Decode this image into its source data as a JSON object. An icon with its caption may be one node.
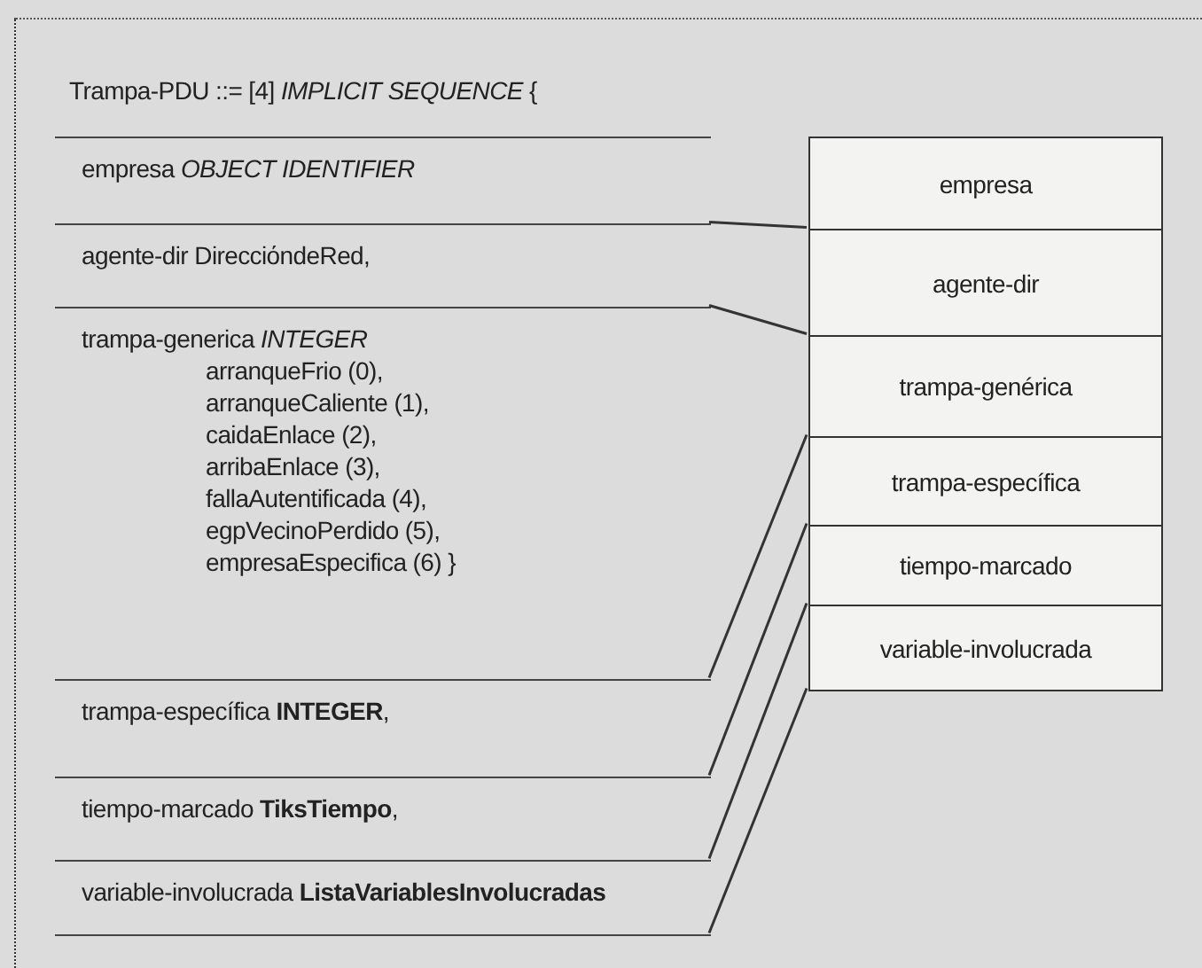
{
  "diagram": {
    "nodes": [
      {
        "text": [
          "empresa *OBJECT IDENTIFIER*"
        ]
      },
      {
        "text": [
          "agente-dir DirecciόndeRed,"
        ]
      },
      {
        "text": [
          "trampa-generica *INTEGER*",
          "arranqueFrio (0),",
          "arranqueCaliente (1),",
          "caidaEnlace (2),",
          "arribaEnlace (3),",
          "fallaAutentificada (4),",
          "egpVecinoPerdido (5),",
          "empresaEspecifica (6) }"
        ]
      },
      {
        "text": [
          "trampa-específica **INTEGER**,"
        ]
      },
      {
        "text": [
          "tiempo-marcado **TiksTiempo**,"
        ]
      },
      {
        "text": [
          "variable-involucrada **ListaVariablesInvolucradas**"
        ]
      },
      {
        "text": [
          "empresa"
        ]
      },
      {
        "text": [
          "agente-dir"
        ]
      },
      {
        "text": [
          "trampa-genérica"
        ]
      },
      {
        "text": [
          "trampa-específica"
        ]
      },
      {
        "text": [
          "tiempo-marcado"
        ]
      },
      {
        "text": [
          "variable-involucrada"
        ]
      }
    ],
    "edges": [
      {
        "from": 0,
        "to": 6,
        "arrow": "none"
      },
      {
        "from": 1,
        "to": 7,
        "arrow": "none"
      },
      {
        "from": 2,
        "to": 8,
        "arrow": "none"
      },
      {
        "from": 3,
        "to": 9,
        "arrow": "none"
      },
      {
        "from": 4,
        "to": 10,
        "arrow": "none"
      },
      {
        "from": 5,
        "to": 11,
        "arrow": "none"
      }
    ],
    "labels": [
      "Trampa-PDU ::= [4] *IMPLICIT SEQUENCE* {"
    ]
  }
}
